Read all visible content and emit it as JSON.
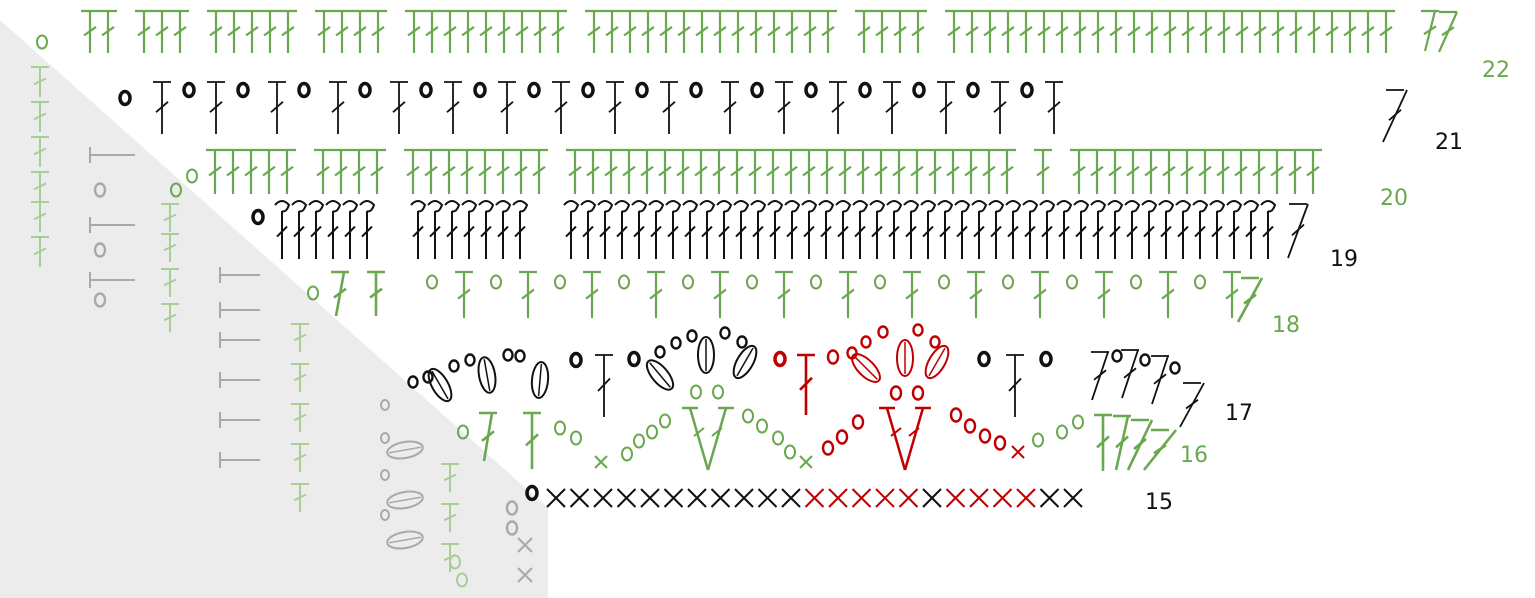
{
  "colors": {
    "green": "#6aa84f",
    "black": "#111111",
    "red": "#c00000",
    "ghost_black": "#a9a9a9",
    "ghost_green": "#a7cf93",
    "ghost_panel": "#ececec"
  },
  "rows": [
    {
      "number": "15",
      "color": "black",
      "stitch_pattern": "single crochet (x)"
    },
    {
      "number": "16",
      "color": "green",
      "stitch_pattern": "chain + single crochet + double crochet shells"
    },
    {
      "number": "17",
      "color": "black",
      "stitch_pattern": "chain arches with puff/cluster stitches"
    },
    {
      "number": "18",
      "color": "green",
      "stitch_pattern": "double crochet + chain"
    },
    {
      "number": "19",
      "color": "black",
      "stitch_pattern": "front-post double crochet"
    },
    {
      "number": "20",
      "color": "green",
      "stitch_pattern": "double crochet"
    },
    {
      "number": "21",
      "color": "black",
      "stitch_pattern": "double crochet + chain"
    },
    {
      "number": "22",
      "color": "green",
      "stitch_pattern": "double crochet"
    }
  ],
  "highlight": {
    "color": "red",
    "description": "pattern repeat"
  }
}
